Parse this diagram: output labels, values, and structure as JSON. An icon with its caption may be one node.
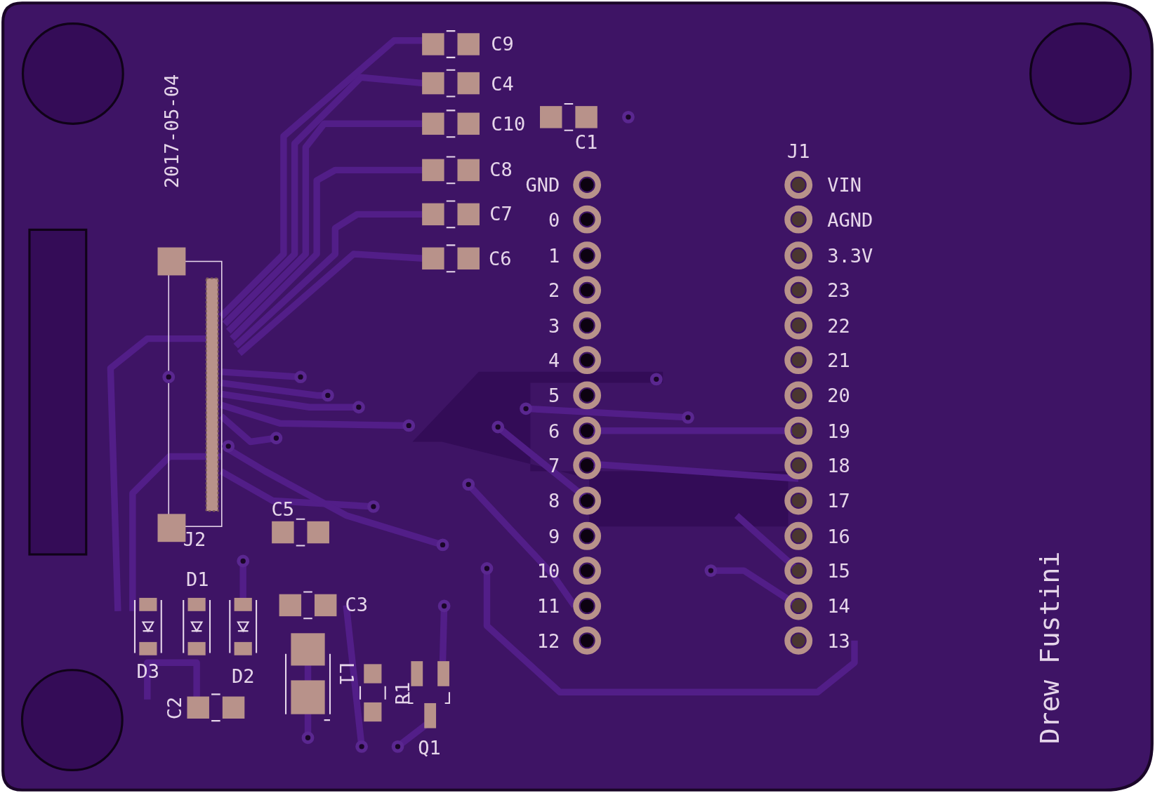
{
  "diagram": {
    "labels": [
      "C9",
      "C4",
      "C10",
      "C1",
      "2017-05-04",
      "J1",
      "C8",
      "GND",
      "VIN",
      "C7",
      "0",
      "AGND",
      "C6",
      "1",
      "3.3V",
      "2",
      "23",
      "3",
      "22",
      "4",
      "21",
      "5",
      "20",
      "6",
      "19",
      "7",
      "18",
      "8",
      "17",
      "C5",
      "J2",
      "9",
      "16",
      "10",
      "15",
      "D1",
      "C3",
      "11",
      "14",
      "12",
      "13",
      "D3",
      "L1",
      "D2",
      "R1",
      "C2",
      "Q1",
      "Drew Fustini"
    ]
  }
}
